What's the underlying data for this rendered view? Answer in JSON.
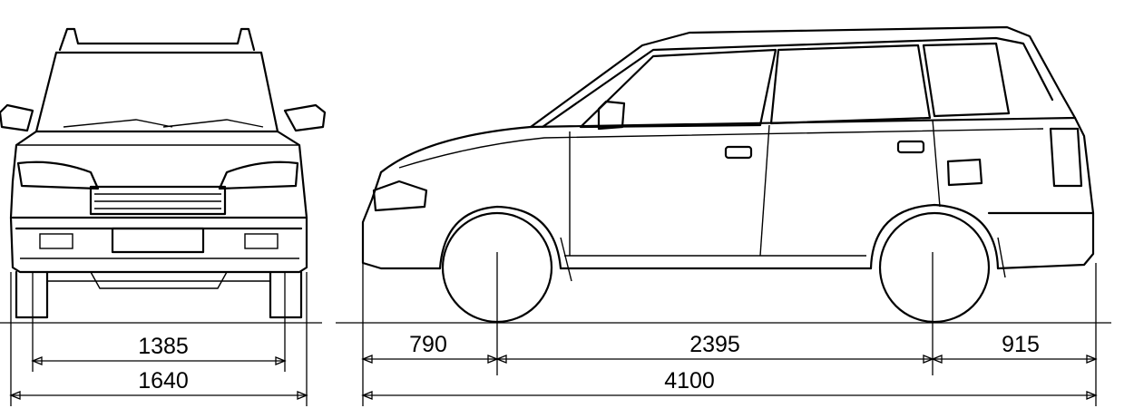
{
  "dimensions": {
    "front_track": "1385",
    "front_width": "1640",
    "front_overhang": "790",
    "wheelbase": "2395",
    "rear_overhang": "915",
    "overall_length": "4100"
  },
  "colors": {
    "ink": "#000000",
    "paper": "#ffffff"
  }
}
